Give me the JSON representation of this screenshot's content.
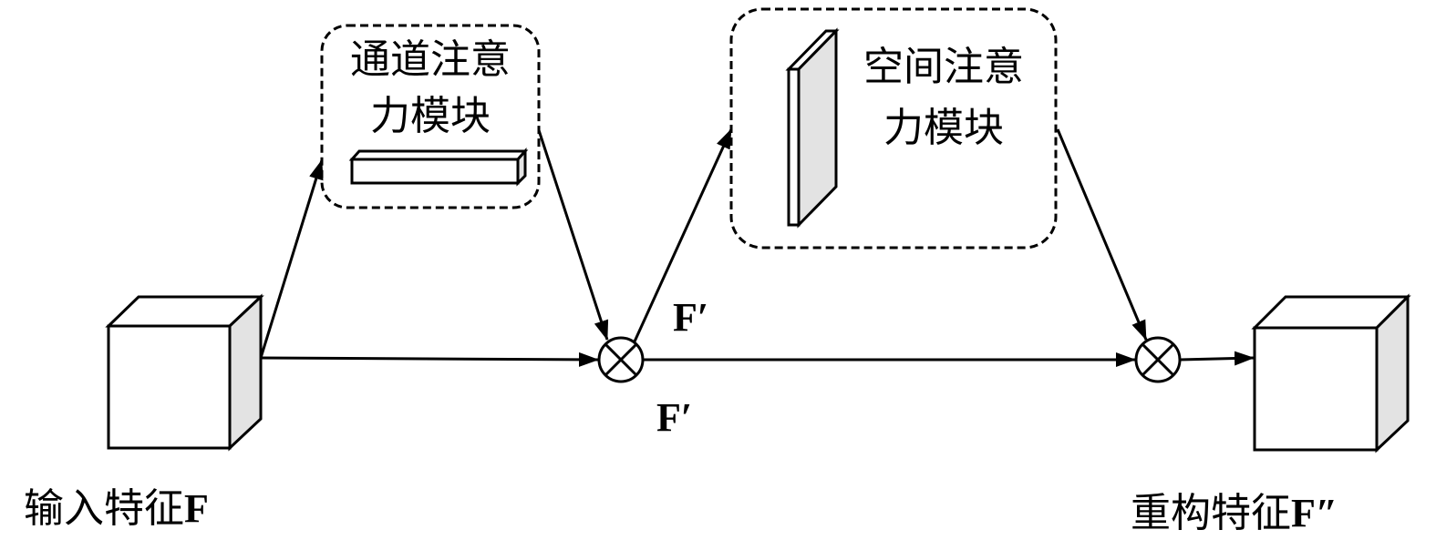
{
  "diagram": {
    "title": "CBAM-style attention feature reconstruction",
    "nodes": {
      "input_feature": {
        "label_cn": "输入特征",
        "label_symbol": "F"
      },
      "channel_attention": {
        "label_line1": "通道注意",
        "label_line2": "力模块"
      },
      "spatial_attention": {
        "label_line1": "空间注意",
        "label_line2": "力模块"
      },
      "multiply_1": {
        "symbol": "⊗"
      },
      "multiply_2": {
        "symbol": "⊗"
      },
      "output_feature": {
        "label_cn": "重构特征",
        "label_symbol": "F″"
      }
    },
    "edge_labels": {
      "f_prime_upper": "F′",
      "f_prime_lower": "F′"
    },
    "edges": [
      {
        "from": "input_feature",
        "to": "channel_attention"
      },
      {
        "from": "input_feature",
        "to": "multiply_1"
      },
      {
        "from": "channel_attention",
        "to": "multiply_1"
      },
      {
        "from": "multiply_1",
        "to": "spatial_attention"
      },
      {
        "from": "multiply_1",
        "to": "multiply_2"
      },
      {
        "from": "spatial_attention",
        "to": "multiply_2"
      },
      {
        "from": "multiply_2",
        "to": "output_feature"
      }
    ],
    "colors": {
      "stroke": "#000000",
      "shade": "#e3e3e3",
      "background": "#ffffff"
    }
  }
}
